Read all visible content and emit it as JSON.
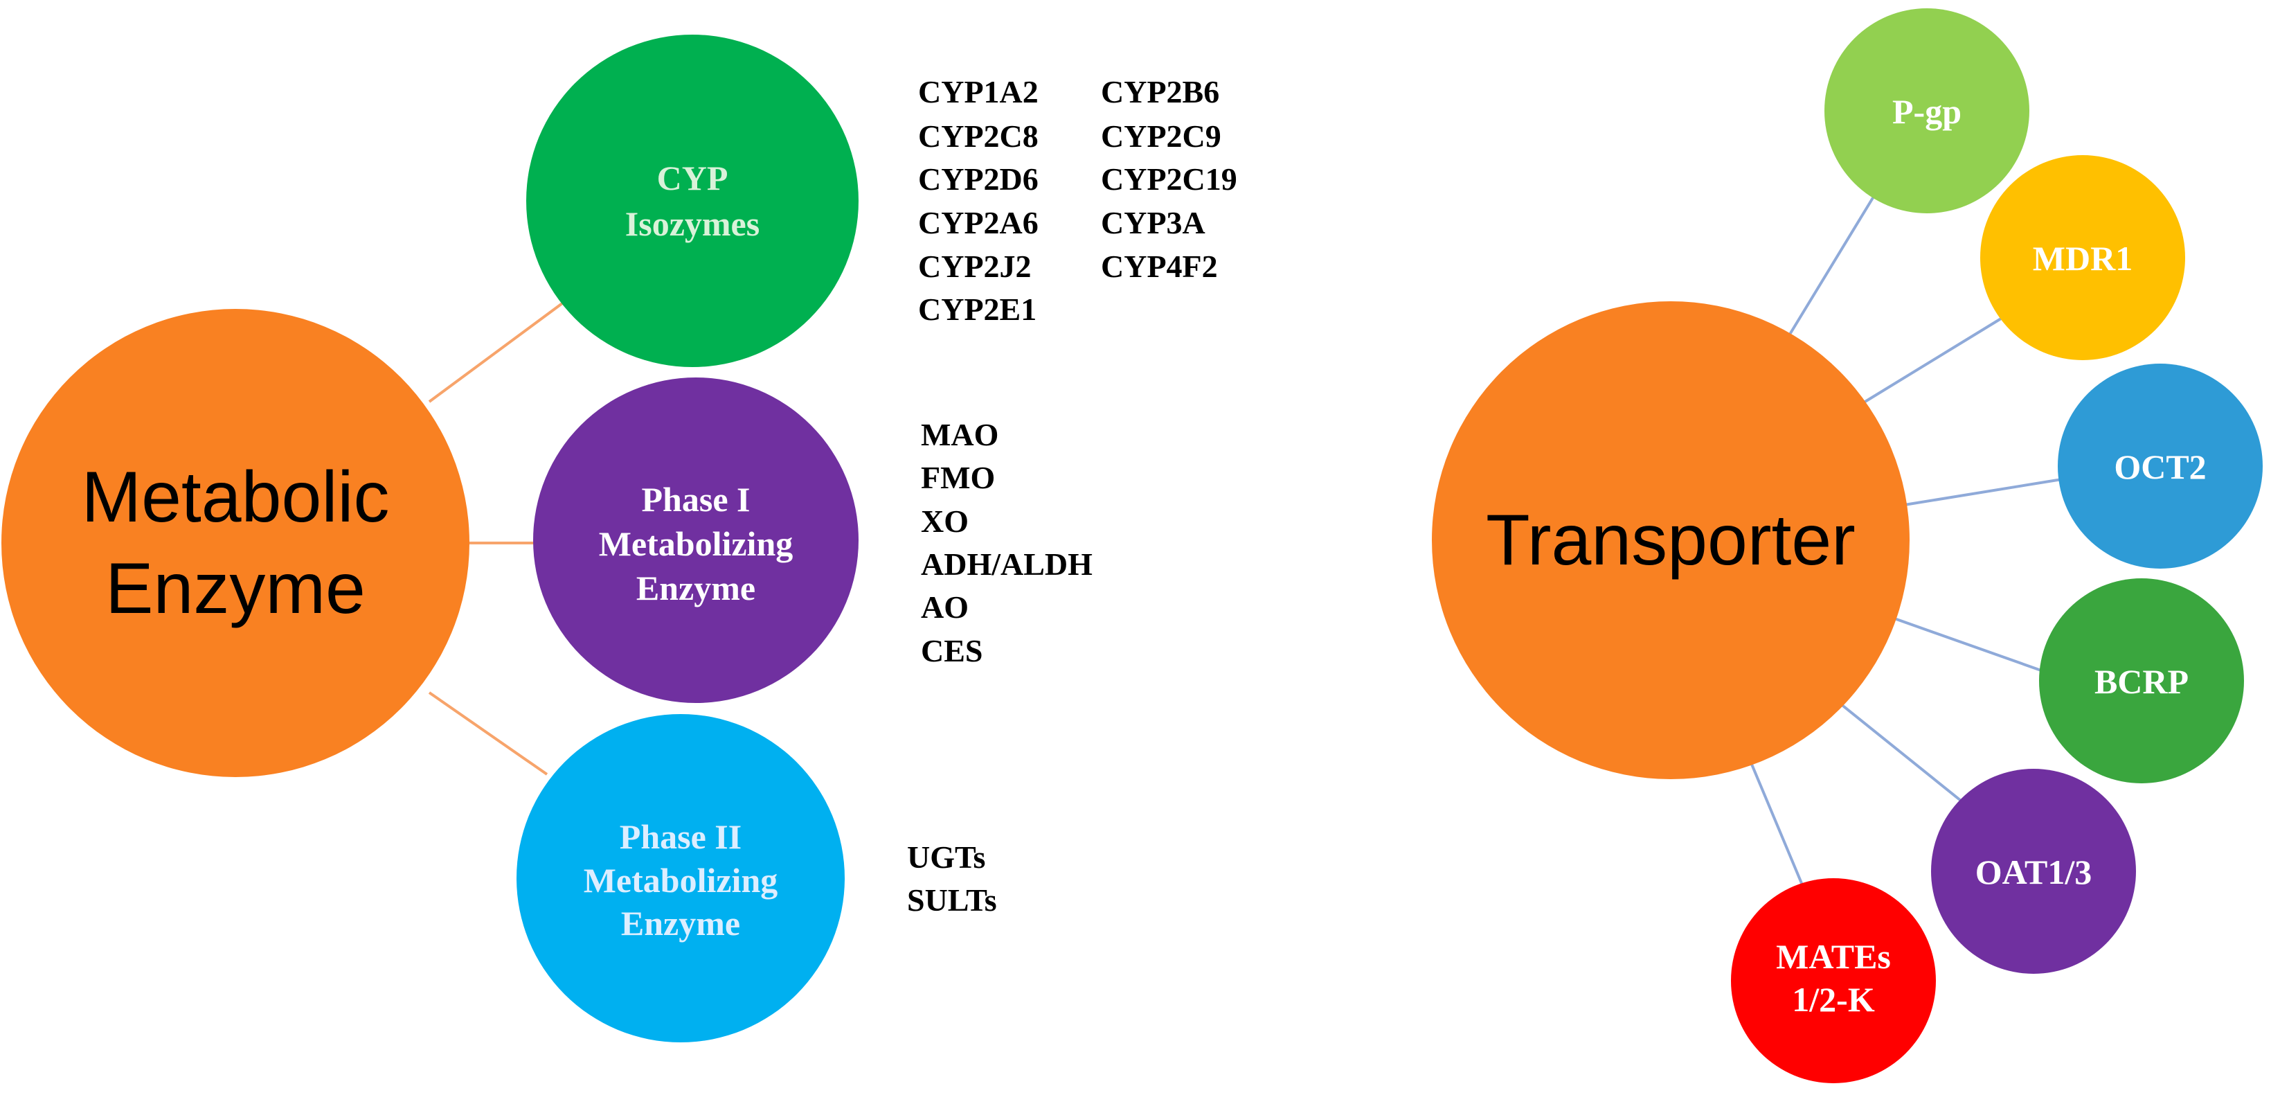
{
  "colors": {
    "orange": "#F98122",
    "green": "#00B050",
    "purple": "#7030A0",
    "cyan": "#00B0F0",
    "light_green": "#92D050",
    "amber": "#FFC000",
    "blue": "#2E9BD6",
    "mid_green": "#3AA63E",
    "red": "#FF0000",
    "orange_line": "#F7A46B",
    "blue_line": "#8FAAD9",
    "cyp_text": "#D9F2D9",
    "phase2_text": "#DDEEFF",
    "white": "#FFFFFF"
  },
  "metabolic": {
    "title_line1": "Metabolic",
    "title_line2": "Enzyme",
    "cyp": {
      "label_line1": "CYP",
      "label_line2": "Isozymes",
      "list_col1": [
        "CYP1A2",
        "CYP2C8",
        "CYP2D6",
        "CYP2A6",
        "CYP2J2",
        "CYP2E1"
      ],
      "list_col2": [
        "CYP2B6",
        "CYP2C9",
        "CYP2C19",
        "CYP3A",
        "CYP4F2"
      ]
    },
    "phase1": {
      "label_line1": "Phase I",
      "label_line2": "Metabolizing",
      "label_line3": "Enzyme",
      "list": [
        "MAO",
        "FMO",
        "XO",
        "ADH/ALDH",
        "AO",
        "CES"
      ]
    },
    "phase2": {
      "label_line1": "Phase II",
      "label_line2": "Metabolizing",
      "label_line3": "Enzyme",
      "list": [
        "UGTs",
        "SULTs"
      ]
    }
  },
  "transporter": {
    "title": "Transporter",
    "pgp": "P-gp",
    "mdr1": "MDR1",
    "oct2": "OCT2",
    "bcrp": "BCRP",
    "oat": "OAT1/3",
    "mates_line1": "MATEs",
    "mates_line2": "1/2-K"
  }
}
